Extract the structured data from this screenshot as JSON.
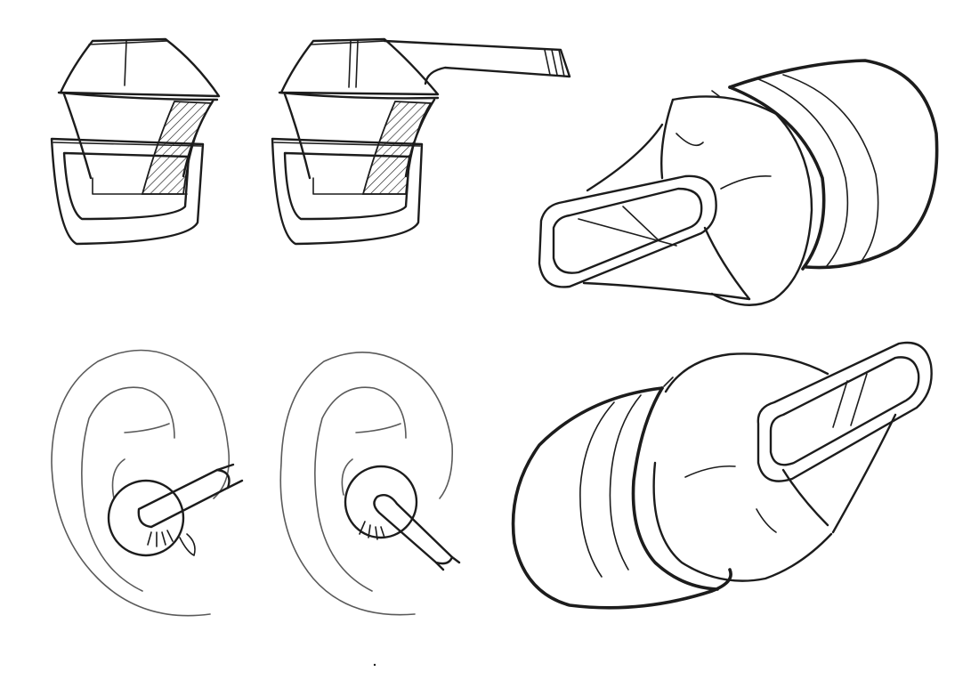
{
  "sheet": {
    "kind": "concept-sketch",
    "colors": {
      "paper": "#ffffff",
      "ink": "#1c1c1c",
      "light_ink": "#5a5a5a"
    },
    "items": [
      "earbud-side-view-tip-only",
      "earbud-side-view-with-stem",
      "earbud-perspective-nozzle-left",
      "ear-with-earbud-stem-up",
      "ear-with-earbud-stem-down",
      "earbud-perspective-nozzle-right"
    ]
  }
}
